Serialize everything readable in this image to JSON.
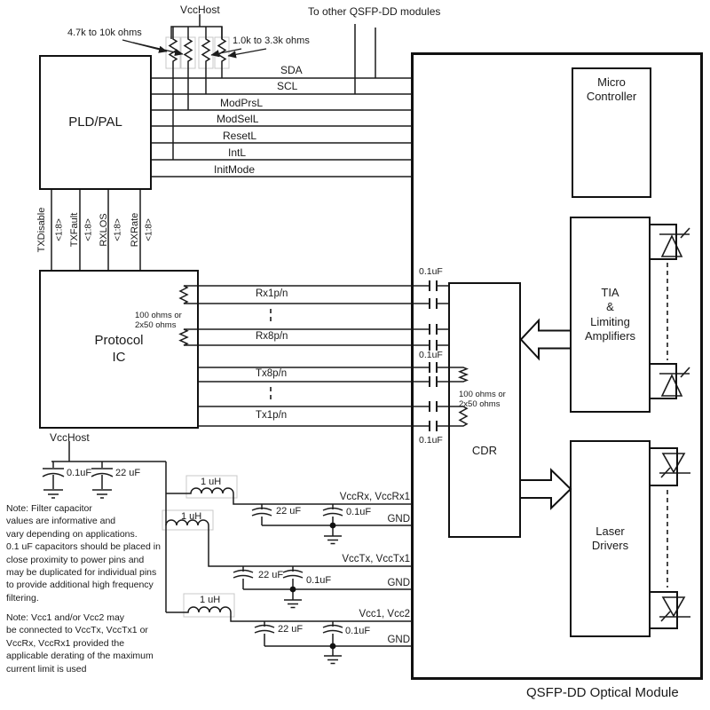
{
  "module": {
    "title": "QSFP-DD Optical Module"
  },
  "top": {
    "vcchost": "VccHost",
    "to_other_modules": "To other QSFP-DD modules",
    "pullup_left": "4.7k to 10k ohms",
    "pullup_right": "1.0k to 3.3k ohms"
  },
  "control_signals": [
    "SDA",
    "SCL",
    "ModPrsL",
    "ModSelL",
    "ResetL",
    "IntL",
    "InitMode"
  ],
  "bus_signals": [
    {
      "name": "TXDisable",
      "range": "<1:8>"
    },
    {
      "name": "TXFault",
      "range": "<1:8>"
    },
    {
      "name": "RXLOS",
      "range": "<1:8>"
    },
    {
      "name": "RXRate",
      "range": "<1:8>"
    }
  ],
  "blocks": {
    "pld": "PLD/PAL",
    "protocol": [
      "Protocol",
      "IC"
    ],
    "micro": [
      "Micro",
      "Controller"
    ],
    "tia": [
      "TIA",
      "&",
      "Limiting",
      "Amplifiers"
    ],
    "cdr": "CDR",
    "laser": [
      "Laser",
      "Drivers"
    ]
  },
  "diff_pairs": {
    "rx1": "Rx1p/n",
    "rx8": "Rx8p/n",
    "tx8": "Tx8p/n",
    "tx1": "Tx1p/n",
    "coupling_cap": "0.1uF",
    "termination": [
      "100 ohms or",
      "2x50 ohms"
    ]
  },
  "power": {
    "vcchost": "VccHost",
    "cap_small": "0.1uF",
    "cap_large": "22 uF",
    "inductor": "1 uH",
    "rails": [
      {
        "label": "VccRx, VccRx1",
        "gnd": "GND"
      },
      {
        "label": "VccTx, VccTx1",
        "gnd": "GND"
      },
      {
        "label": "Vcc1, Vcc2",
        "gnd": "GND"
      }
    ]
  },
  "notes": {
    "note1": "Note: Filter capacitor\nvalues are informative and\nvary depending on applications.\n0.1 uF capacitors should be placed in\nclose proximity to power pins and\nmay be duplicated for individual pins\nto provide additional high frequency\nfiltering.",
    "note2": "Note: Vcc1 and/or Vcc2 may\nbe connected to VccTx, VccTx1 or\nVccRx, VccRx1 provided the\napplicable derating of the maximum\ncurrent limit is used"
  }
}
